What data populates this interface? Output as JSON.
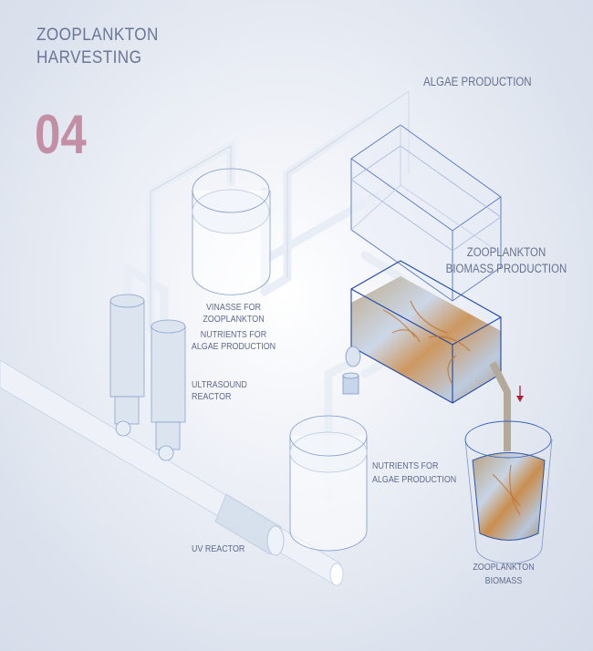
{
  "title": {
    "line1": "ZOOPLANKTON",
    "line2": "HARVESTING"
  },
  "step_number": "04",
  "labels": {
    "algae_production": "ALGAE PRODUCTION",
    "biomass_production": {
      "line1": "ZOOPLANKTON",
      "line2": "BIOMASS PRODUCTION"
    },
    "vinasse": {
      "line1": "VINASSE FOR",
      "line2": "ZOOPLANKTON"
    },
    "nutrients_top": {
      "line1": "NUTRIENTS FOR",
      "line2": "ALGAE PRODUCTION"
    },
    "ultrasound": {
      "line1": "ULTRASOUND",
      "line2": "REACTOR"
    },
    "nutrients_bottom": {
      "line1": "NUTRIENTS FOR",
      "line2": "ALGAE PRODUCTION"
    },
    "uv_reactor": "UV REACTOR",
    "biomass": {
      "line1": "ZOOPLANKTON",
      "line2": "BIOMASS"
    }
  },
  "colors": {
    "text": "#5f6b8c",
    "step": "#c48ea4",
    "outline": "#2f56a8",
    "arrow": "#b0203a"
  }
}
